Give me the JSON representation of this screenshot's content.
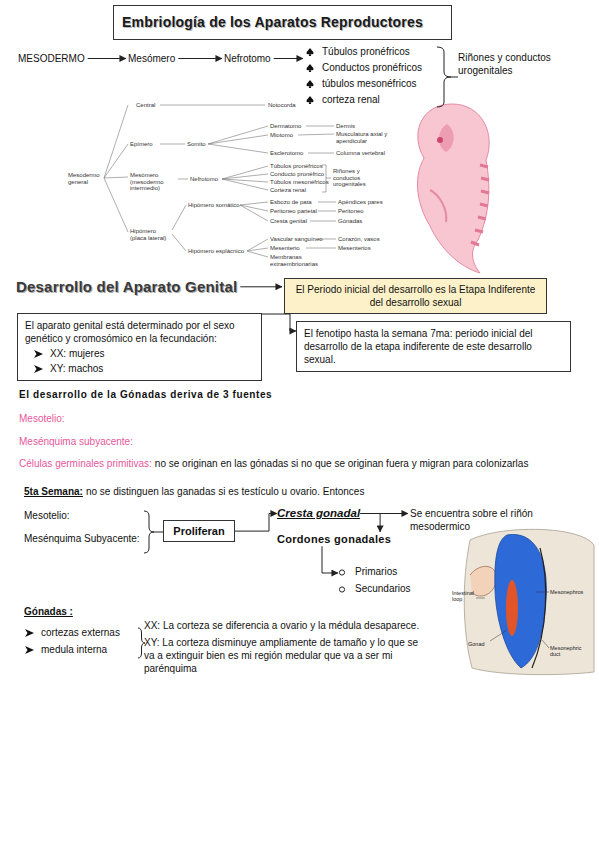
{
  "diagram": {
    "title": "Embriología de los Aparatos Reproductores",
    "nodes": [
      {
        "text": [
          "MESODERMO"
        ]
      },
      {
        "text": [
          "Mesómero"
        ]
      },
      {
        "text": [
          "Nefrotomo"
        ]
      },
      {
        "text": [
          "Túbulos pronéfricos",
          "Conductos pronéfricos",
          "túbulos mesonéfricos",
          "corteza renal"
        ]
      },
      {
        "text": [
          "Riñones y conductos urogenitales"
        ]
      },
      {
        "text": [
          "Desarrollo del Aparato Genital"
        ]
      },
      {
        "text": [
          "El Periodo inicial del desarrollo es la Etapa Indiferente del desarrollo sexual"
        ]
      },
      {
        "text": [
          "El aparato genital está determinado por el sexo genético y cromosómico en la fecundación:",
          "XX: mujeres",
          "XY: machos"
        ]
      },
      {
        "text": [
          "El fenotipo hasta la semana 7ma: periodo inicial del desarrollo de la etapa indiferente de este desarrollo sexual."
        ]
      },
      {
        "text": [
          "Mesotelio:",
          "Mesénquima Subyacente:"
        ]
      },
      {
        "text": [
          "Proliferan"
        ]
      },
      {
        "text": [
          "Cresta gonadal"
        ]
      },
      {
        "text": [
          "Se encuentra sobre el riñón mesodermico"
        ]
      },
      {
        "text": [
          "Cordones gonadales"
        ]
      },
      {
        "text": [
          "Primarios",
          "Secundarios"
        ]
      },
      {
        "text": [
          "cortezas externas",
          "medula interna"
        ]
      },
      {
        "text": [
          "XX: La corteza se diferencia a ovario y la médula desaparece.",
          "XY: La corteza disminuye ampliamente de tamaño y lo que se va a extinguir bien es mi región medular que va a ser mi parénquima"
        ]
      }
    ],
    "edges": [
      {
        "from": 0,
        "to": 1,
        "arrow": "to"
      },
      {
        "from": 1,
        "to": 2,
        "arrow": "to"
      },
      {
        "from": 2,
        "to": 3,
        "arrow": "to"
      },
      {
        "from": 3,
        "to": 4,
        "arrow": "none"
      },
      {
        "from": 5,
        "to": 6,
        "arrow": "to"
      },
      {
        "from": 7,
        "to": 8,
        "arrow": "to"
      },
      {
        "from": 9,
        "to": 10,
        "arrow": "none"
      },
      {
        "from": 10,
        "to": 11,
        "arrow": "to"
      },
      {
        "from": 11,
        "to": 12,
        "arrow": "to"
      },
      {
        "from": 11,
        "to": 13,
        "arrow": "to"
      },
      {
        "from": 13,
        "to": 14,
        "arrow": "to"
      },
      {
        "from": 15,
        "to": 16,
        "arrow": "none"
      }
    ],
    "labels": [
      "Central",
      "Notocorda",
      "Epímero",
      "Somito",
      "Dermatomo",
      "Dermis",
      "Miotomo",
      "Musculatura axial y apendicular",
      "Esclerotomo",
      "Columna vertebral",
      "Mesodermo general",
      "Mesómero (mesodermo intermedio)",
      "Nefrotomo",
      "Túbulos pronéfricos",
      "Conducto pronéfrico",
      "Túbulos mesonéfricos",
      "Corteza renal",
      "Riñones y conductos urogenitales",
      "Hipómero (placa lateral)",
      "Hipómero somático",
      "Esbozo de pata",
      "Apéndices pares",
      "Peritoneo parietal",
      "Peritoneo",
      "Cresta genital",
      "Gónadas",
      "Hipómero esplácnico",
      "Vascular sanguíneo",
      "Corazón, vasos",
      "Mesenterio",
      "Mesenterios",
      "Membranas extraembrionarias",
      "El desarrollo de la Gónadas deriva de 3 fuentes",
      "Mesotelio:",
      "Mesénquima subyacente:",
      "Células germinales primitivas:",
      "no se originan en las gónadas si no que se originan fuera y migran para colonizarlas",
      "5ta Semana:",
      "no se distinguen las ganadas si es testículo u ovario. Entonces",
      "Gónadas :",
      "Intestinal loop",
      "Gonad",
      "Mesonephros",
      "Mesonephric duct"
    ]
  }
}
